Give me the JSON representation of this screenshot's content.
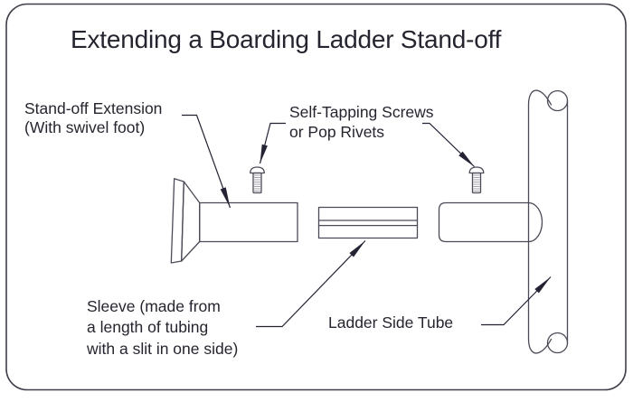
{
  "title": "Extending a Boarding Ladder Stand-off",
  "labels": {
    "standoff_extension": {
      "line1": "Stand-off Extension",
      "line2": "(With swivel foot)"
    },
    "fasteners": {
      "line1": "Self-Tapping Screws",
      "line2": "or Pop Rivets"
    },
    "sleeve": {
      "line1": "Sleeve (made from",
      "line2": "a length of tubing",
      "line3": "with a slit in one side)"
    },
    "ladder_side_tube": "Ladder Side Tube"
  },
  "icons": {
    "screw": "screw-icon",
    "leader_arrow": "solid-arrowhead-icon",
    "tube_break": "tube-break-loop-icon"
  },
  "colors": {
    "background": "#ffffff",
    "line": "#4b4b58",
    "text": "#25252f",
    "arrow": "#232334",
    "frame": "#3f3f4a",
    "thread": "#9a9aa4"
  }
}
